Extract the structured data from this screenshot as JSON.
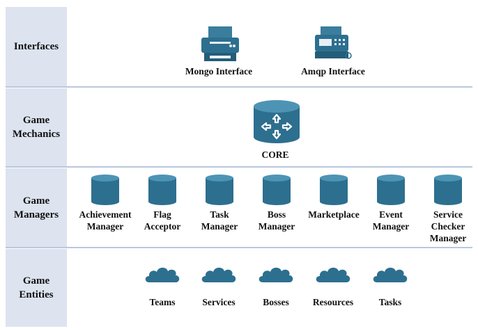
{
  "rows": [
    {
      "label": "Interfaces"
    },
    {
      "label": "Game\nMechanics"
    },
    {
      "label": "Game\nManagers"
    },
    {
      "label": "Game\nEntities"
    }
  ],
  "interfaces": [
    {
      "name": "Mongo Interface",
      "icon": "printer-icon"
    },
    {
      "name": "Amqp Interface",
      "icon": "fax-icon"
    }
  ],
  "core": {
    "name": "CORE",
    "icon": "router-icon"
  },
  "managers": [
    {
      "name": "Achievement\nManager"
    },
    {
      "name": "Flag\nAcceptor"
    },
    {
      "name": "Task\nManager"
    },
    {
      "name": "Boss\nManager"
    },
    {
      "name": "Marketplace"
    },
    {
      "name": "Event\nManager"
    },
    {
      "name": "Service\nChecker\nManager"
    }
  ],
  "entities": [
    {
      "name": "Teams"
    },
    {
      "name": "Services"
    },
    {
      "name": "Bosses"
    },
    {
      "name": "Resources"
    },
    {
      "name": "Tasks"
    }
  ],
  "colors": {
    "icon": "#2d6f8f",
    "icon_light": "#4d94b4",
    "band": "#dde3ef",
    "separator": "#b9c8dd"
  }
}
